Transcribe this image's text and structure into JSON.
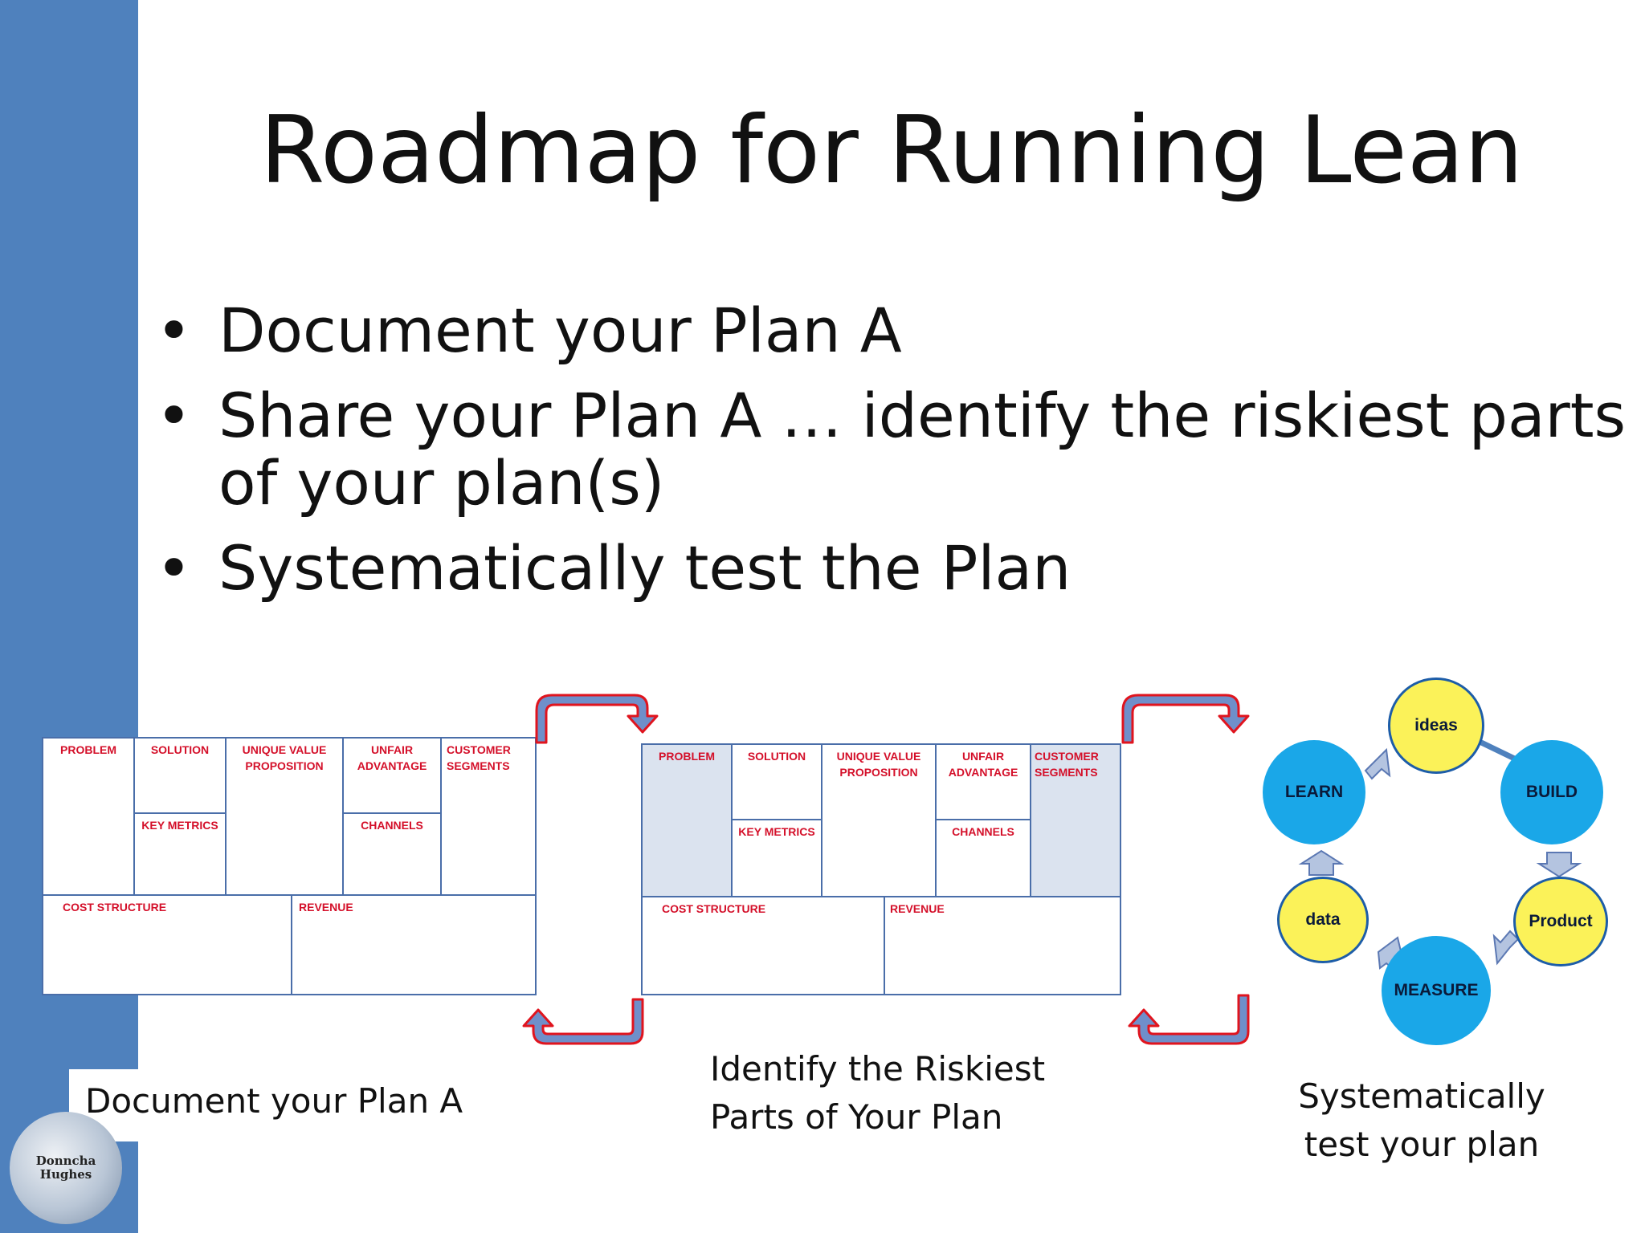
{
  "slide": {
    "title": "Roadmap for Running Lean",
    "bullets": [
      "Document your Plan A",
      "Share your Plan A … identify the riskiest parts of your plan(s)",
      "Systematically test the Plan"
    ]
  },
  "canvas_a": {
    "problem": "PROBLEM",
    "solution": "SOLUTION",
    "uvp": "UNIQUE VALUE PROPOSITION",
    "unfair": "UNFAIR ADVANTAGE",
    "segments": "CUSTOMER SEGMENTS",
    "metrics": "KEY METRICS",
    "channels": "CHANNELS",
    "cost": "COST STRUCTURE",
    "revenue": "REVENUE"
  },
  "canvas_b": {
    "problem": "PROBLEM",
    "solution": "SOLUTION",
    "uvp": "UNIQUE VALUE PROPOSITION",
    "unfair": "UNFAIR ADVANTAGE",
    "segments": "CUSTOMER SEGMENTS",
    "metrics": "KEY METRICS",
    "channels": "CHANNELS",
    "cost": "COST STRUCTURE",
    "revenue": "REVENUE"
  },
  "cycle": {
    "ideas": "ideas",
    "build": "BUILD",
    "product": "Product",
    "measure": "MEASURE",
    "data": "data",
    "learn": "LEARN"
  },
  "captions": {
    "step1": "Document your Plan A",
    "step2": "Identify the Riskiest Parts of Your Plan",
    "step3": "Systematically test your plan"
  },
  "logo": {
    "text": "Donncha Hughes"
  },
  "colors": {
    "sidebar": "#4f81bd",
    "canvas_label": "#d4102a",
    "arrow_outline": "#e0141e",
    "arrow_fill": "#6f8fca"
  }
}
